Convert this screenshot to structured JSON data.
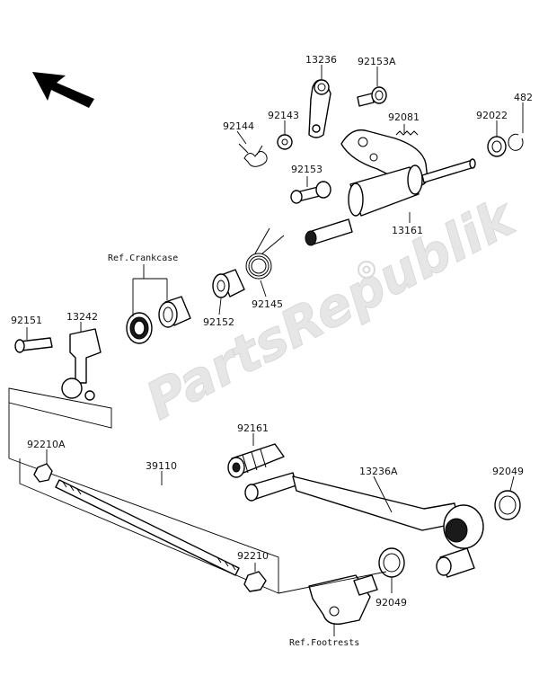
{
  "watermark": "PartsRepublik",
  "callouts": {
    "c13236": "13236",
    "c92153A": "92153A",
    "c482": "482",
    "c92144": "92144",
    "c92143": "92143",
    "c92081": "92081",
    "c92022": "92022",
    "c92153": "92153",
    "c13161": "13161",
    "ref_crankcase": "Ref.Crankcase",
    "c92145": "92145",
    "c92152": "92152",
    "c92151": "92151",
    "c13242": "13242",
    "c92161": "92161",
    "c92210A": "92210A",
    "c39110": "39110",
    "c13236A": "13236A",
    "c92049a": "92049",
    "c92210": "92210",
    "c92049b": "92049",
    "ref_footrests": "Ref.Footrests"
  }
}
